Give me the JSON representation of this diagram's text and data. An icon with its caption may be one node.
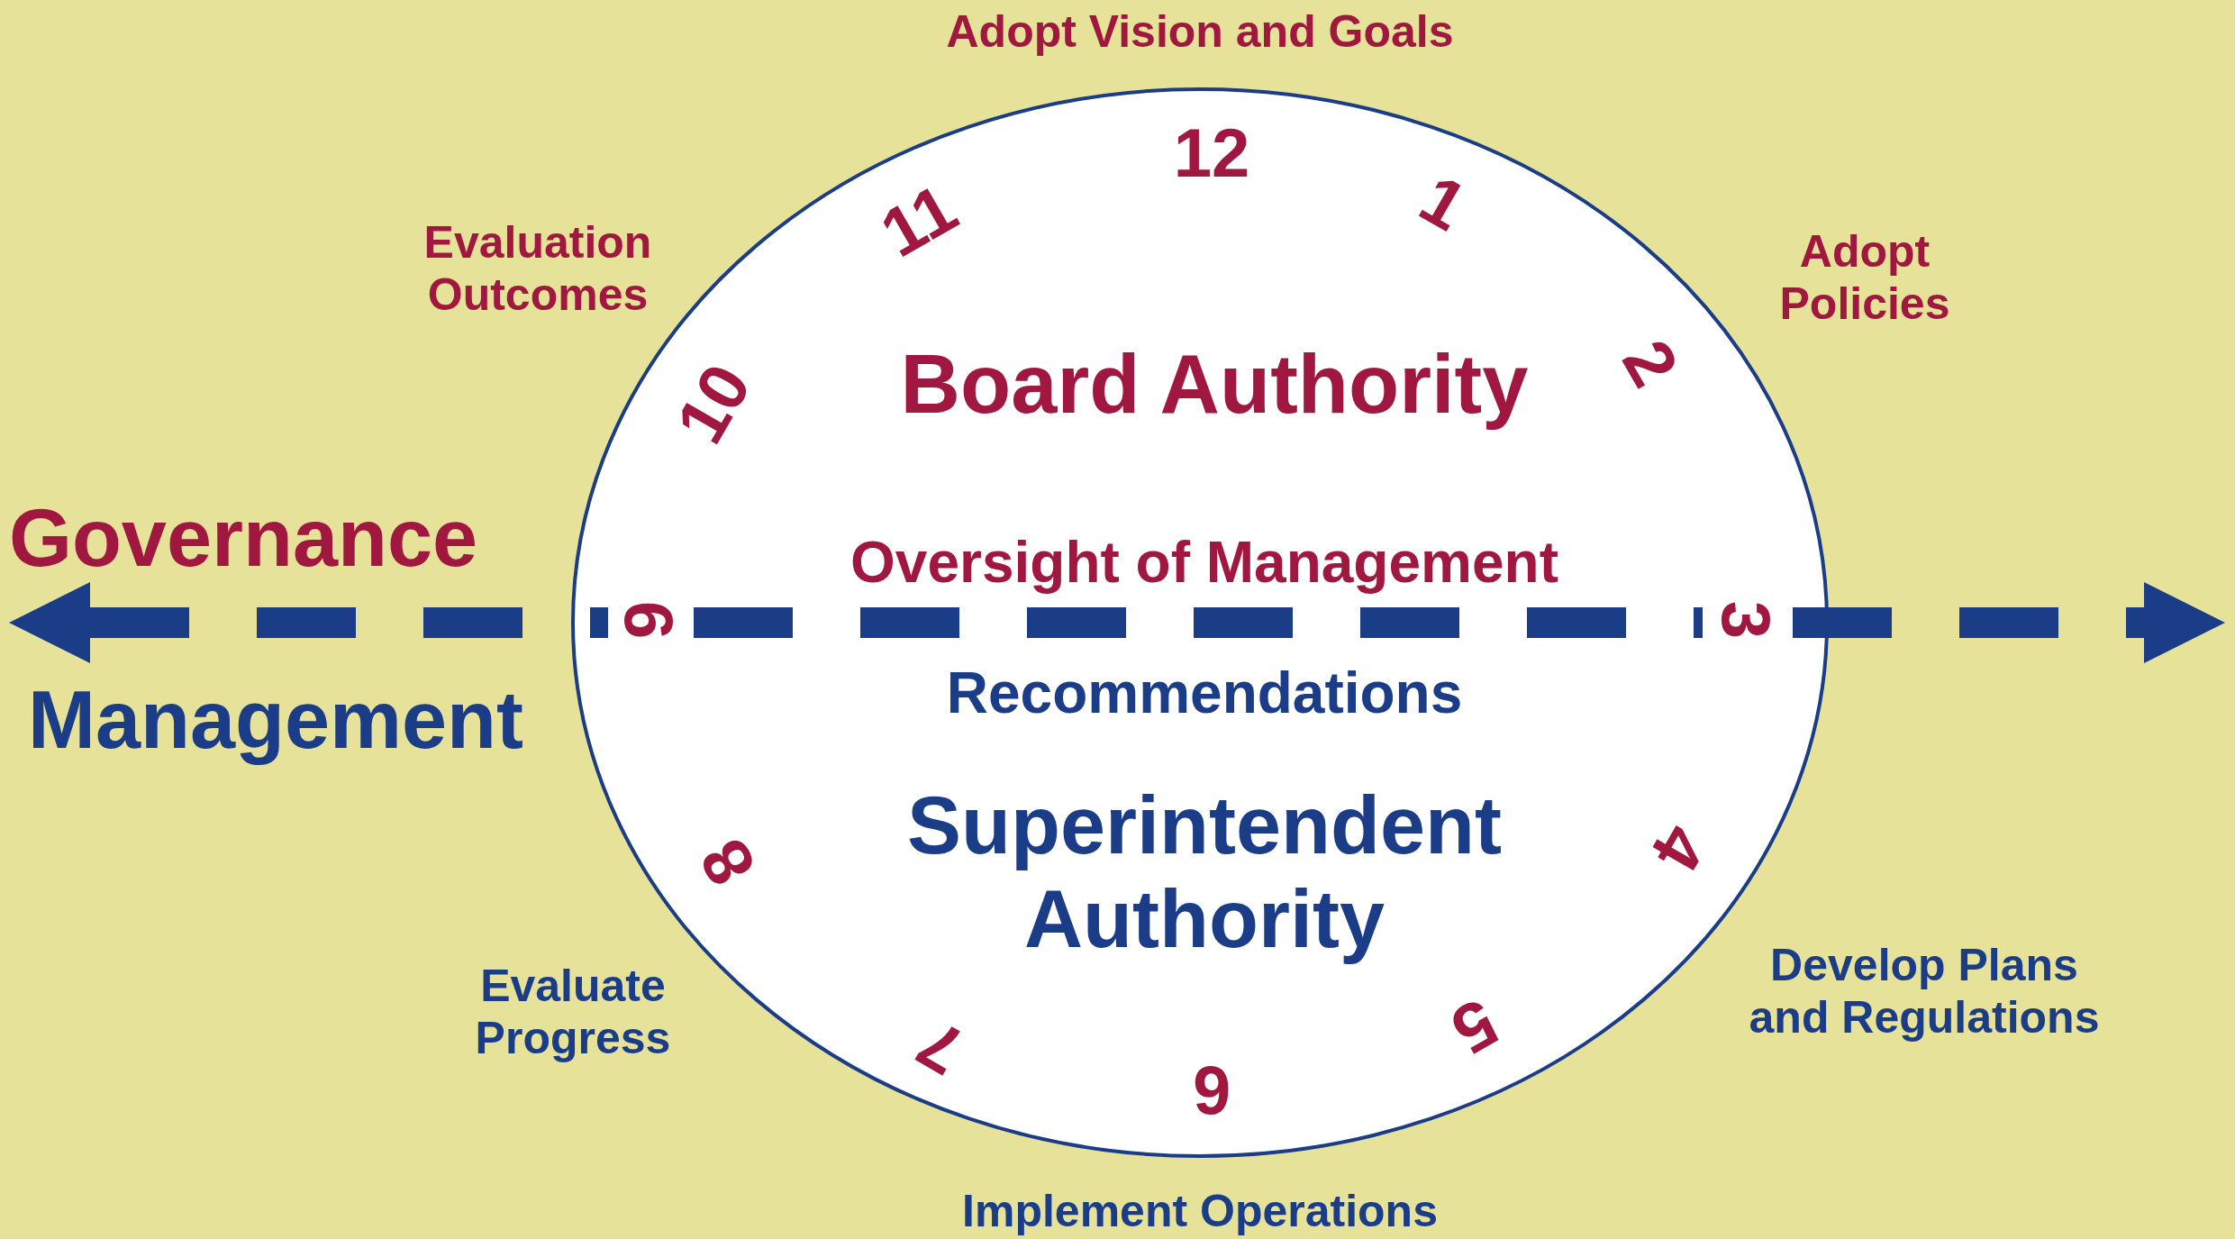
{
  "diagram": {
    "nodes": [
      {
        "text": [
          "Board Authority",
          "Oversight of Management",
          "Recommendations",
          "Superintendent Authority"
        ]
      }
    ],
    "edges": [],
    "labels": [
      "Adopt Vision and Goals",
      "12",
      "11",
      "1",
      "Evaluation Outcomes",
      "Adopt Policies",
      "10",
      "2",
      "Governance",
      "9",
      "3",
      "Management",
      "8",
      "4",
      "Evaluate Progress",
      "Develop Plans and Regulations",
      "7",
      "5",
      "6",
      "Implement Operations"
    ]
  }
}
